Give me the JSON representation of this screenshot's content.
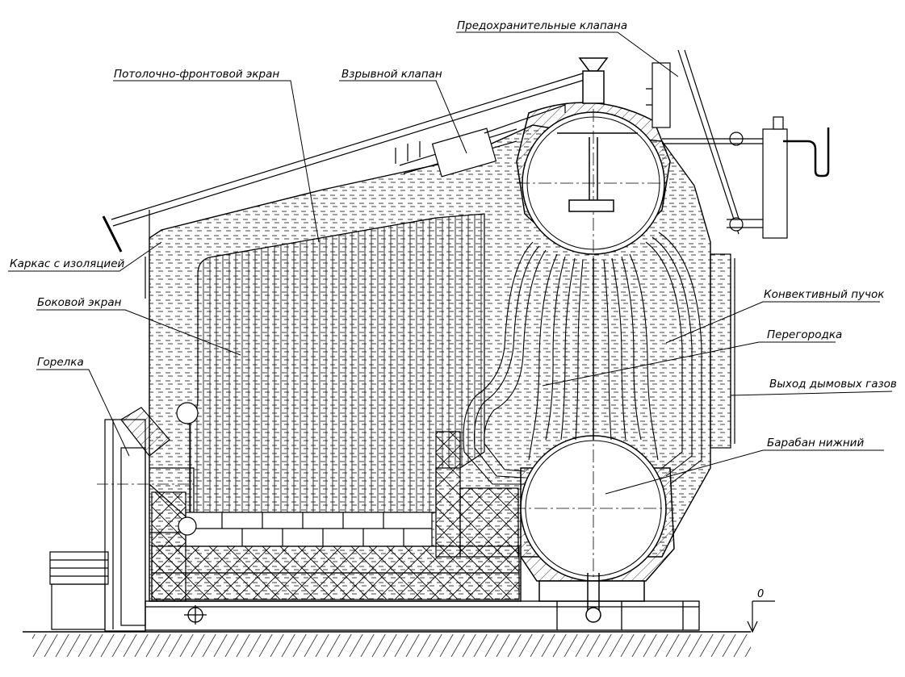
{
  "colors": {
    "line": "#000000",
    "background": "#ffffff"
  },
  "labels": {
    "safety_valves": "Предохранительные клапана",
    "ceiling_front_screen": "Потолочно-фронтовой экран",
    "explosion_valve": "Взрывной клапан",
    "frame_insulation": "Каркас с изоляцией",
    "side_screen": "Боковой экран",
    "burner": "Горелка",
    "convective_bundle": "Конвективный пучок",
    "partition": "Перегородка",
    "flue_gas_outlet": "Выход дымовых газов",
    "lower_drum": "Барабан нижний",
    "level_mark": "0"
  }
}
